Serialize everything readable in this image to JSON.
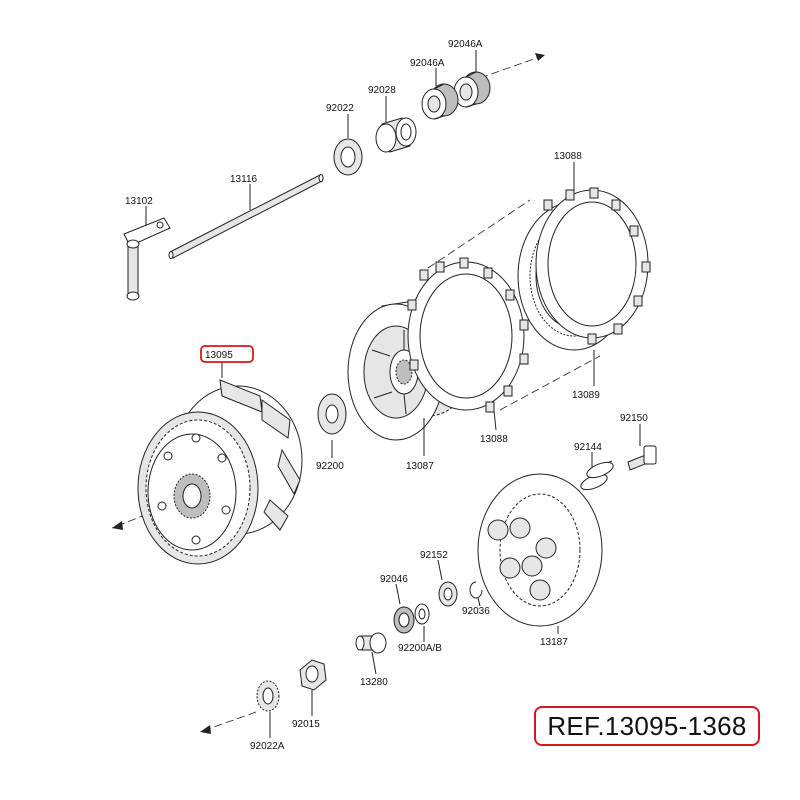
{
  "reference_code": "REF.13095-1368",
  "highlight_color": "#d11a1a",
  "parts": {
    "p92046A_top": "92046A",
    "p92046A_mid": "92046A",
    "p92022": "92022",
    "p92028": "92028",
    "p13088_top": "13088",
    "p13116": "13116",
    "p13102": "13102",
    "p13095": "13095",
    "p92200": "92200",
    "p13087": "13087",
    "p13088_bottom": "13088",
    "p13089": "13089",
    "p92150": "92150",
    "p92144": "92144",
    "p92152": "92152",
    "p92046": "92046",
    "p92036": "92036",
    "p92200AB": "92200A/B",
    "p13187": "13187",
    "p13280": "13280",
    "p92015": "92015",
    "p92022A": "92022A"
  }
}
